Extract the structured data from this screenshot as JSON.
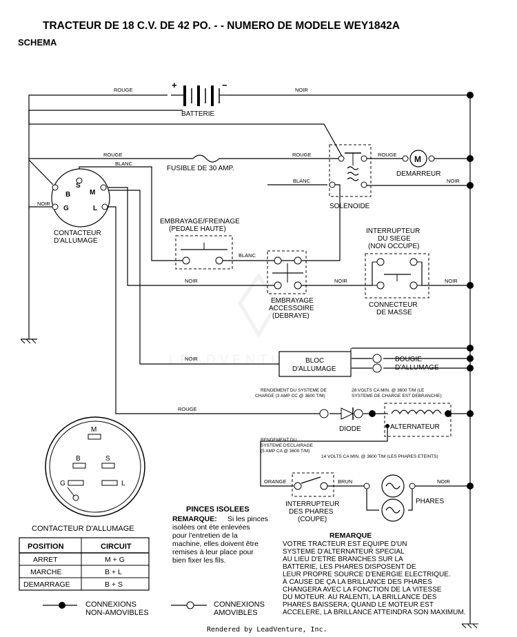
{
  "header": {
    "title": "TRACTEUR DE 18 C.V.  DE 42 PO. - - NUMERO DE MODELE WEY1842A",
    "subtitle": "SCHEMA"
  },
  "wire_labels": {
    "rouge": "ROUGE",
    "noir": "NOIR",
    "blanc": "BLANC",
    "orange": "ORANGE",
    "brun": "BRUN"
  },
  "components": {
    "battery": "BATTERIE",
    "battery_plus": "+",
    "battery_minus": "−",
    "fuse": "FUSIBLE DE 30 AMP.",
    "solenoid": "SOLENOIDE",
    "starter": "DEMARREUR",
    "starter_symbol": "M",
    "ignition_switch_line1": "CONTACTEUR",
    "ignition_switch_line2": "D'ALLUMAGE",
    "clutch_brake_line1": "EMBRAYAGE/FREINAGE",
    "clutch_brake_line2": "(PEDALE HAUTE)",
    "seat_switch_line1": "INTERRUPTEUR",
    "seat_switch_line2": "DU SIEGE",
    "seat_switch_line3": "(NON OCCUPE)",
    "accessory_clutch_line1": "EMBRAYAGE",
    "accessory_clutch_line2": "ACCESSOIRE",
    "accessory_clutch_line3": "(DEBRAYE)",
    "ground_connector_line1": "CONNECTEUR",
    "ground_connector_line2": "DE MASSE",
    "ignition_block_line1": "BLOC",
    "ignition_block_line2": "D'ALLUMAGE",
    "spark_plug_line1": "BOUGIE",
    "spark_plug_line2": "D'ALLUMAGE",
    "diode": "DIODE",
    "alternator": "ALTERNATEUR",
    "headlight_switch_line1": "INTERRUPTEUR",
    "headlight_switch_line2": "DES PHARES",
    "headlight_switch_line3": "(COUPE)",
    "headlights": "PHARES"
  },
  "terminals": {
    "s": "S",
    "b": "B",
    "m": "M",
    "g": "G",
    "l": "L"
  },
  "notes": {
    "charge_output_line1": "RENDEMENT DU SYSTEME DE",
    "charge_output_line2": "CHARGE (3 AMP CC @ 3600 T/M)",
    "volts28_line1": "28 VOLTS CA MIN. @ 3600 T/M (LE",
    "volts28_line2": "SYSTEME DE CHARGE EST DEBRANCHE)",
    "lighting_output_line1": "RENDEMENT DU",
    "lighting_output_line2": "SYSTEME D'ECLAIRAGE",
    "lighting_output_line3": "(5 AMP CA @ 3600 T/M)",
    "volts14": "14 VOLTS CA MIN. @ 3600 T/M (LES PHARES ETEINTS)"
  },
  "switch_detail": {
    "title": "CONTACTEUR D'ALLUMAGE",
    "pins": [
      "M",
      "B",
      "S",
      "G",
      "L"
    ]
  },
  "position_table": {
    "headers": [
      "POSITION",
      "CIRCUIT"
    ],
    "rows": [
      [
        "ARRET",
        "M + G"
      ],
      [
        "MARCHE",
        "B + L"
      ],
      [
        "DEMARRAGE",
        "B + S"
      ]
    ]
  },
  "clamps": {
    "title": "PINCES ISOLEES",
    "remark_label": "REMARQUE:",
    "lines": [
      "Si les pinces",
      "isolées ont éte enlevées",
      "pour l'entretien de la",
      "machine, elles doivent être",
      "remises à leur place pour",
      "bien fixer les fils."
    ]
  },
  "remark": {
    "title": "REMARQUE",
    "lines": [
      "VOTRE TRACTEUR EST EQUIPE D'UN",
      "SYSTEME D'ALTERNATEUR SPECIAL",
      "AU LIEU D'ETRE BRANCHES SUR LA",
      "BATTERIE, LES PHARES DISPOSENT DE",
      "LEUR PROPRE SOURCE D'ENERGIE ELECTRIQUE.",
      "À CAUSE DE ÇA LA BRILLANCE DES PHARES",
      "CHANGERA AVEC LA FONCTION DE LA VITESSE",
      "DU MOTEUR. AU  RALENTI, LA BRILLANCE DES",
      "PHARES BAISSERA; QUAND LE  MOTEUR EST",
      "ACCELERE, LA BRILLANCE ATTEINDRA SON MAXIMUM."
    ]
  },
  "legend": {
    "fixed_line1": "CONNEXIONS",
    "fixed_line2": "NON-AMOVIBLES",
    "removable_line1": "CONNEXIONS",
    "removable_line2": "AMOVIBLES"
  },
  "footer": {
    "rendered_by": "Rendered by LeadVenture, Inc."
  },
  "watermark": "LEADVENTURE"
}
